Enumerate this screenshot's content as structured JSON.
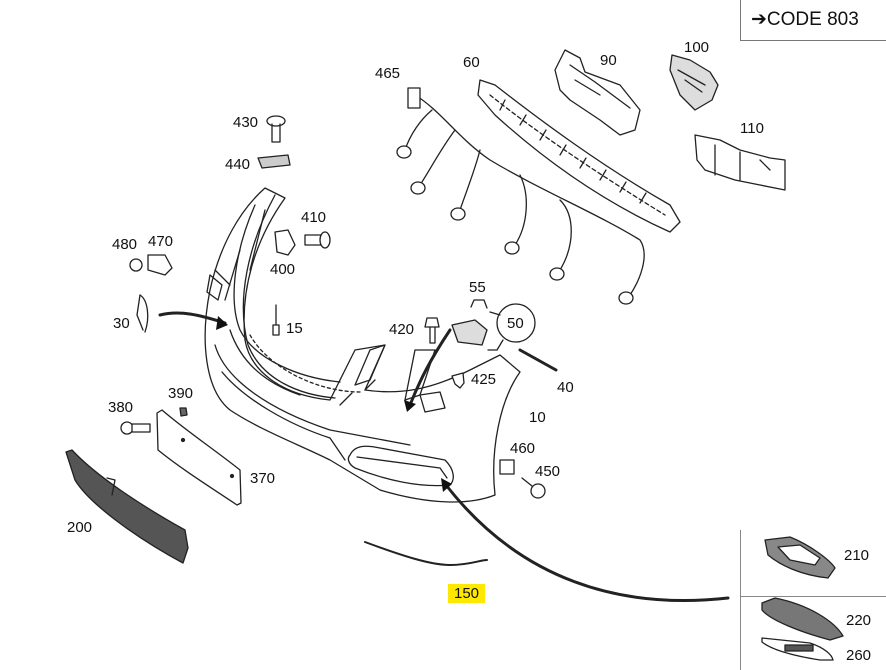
{
  "code_box": {
    "arrow_icon": "right-arrow",
    "label": "CODE 803"
  },
  "part_labels": {
    "p10": "10",
    "p15": "15",
    "p30": "30",
    "p40": "40",
    "p50": "50",
    "p55": "55",
    "p60": "60",
    "p90": "90",
    "p100": "100",
    "p110": "110",
    "p150": "150",
    "p200": "200",
    "p370": "370",
    "p380": "380",
    "p390": "390",
    "p400": "400",
    "p410": "410",
    "p420": "420",
    "p425": "425",
    "p430": "430",
    "p440": "440",
    "p450": "450",
    "p460": "460",
    "p465": "465",
    "p470": "470",
    "p480": "480"
  },
  "inset_labels": {
    "p210": "210",
    "p220": "220",
    "p260": "260"
  },
  "highlight_color": "#ffe800"
}
